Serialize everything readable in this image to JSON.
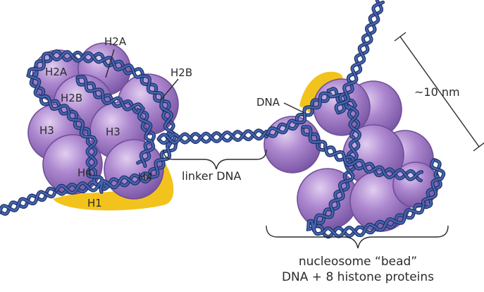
{
  "histone_labels": {
    "h2a_top": "H2A",
    "h2a_left": "H2A",
    "h2b_inner": "H2B",
    "h2b_right": "H2B",
    "h3_left": "H3",
    "h3_center": "H3",
    "h4_left": "H4",
    "h4_right": "H4",
    "h1": "H1"
  },
  "dna_label": "DNA",
  "linker_label": "linker DNA",
  "scale_label": "~10 nm",
  "bead_caption": {
    "line1": "nucleosome “bead”",
    "line2": "DNA + 8 histone proteins"
  },
  "colors": {
    "histone": "#a47cc7",
    "histone_dark": "#6f4e98",
    "h1": "#f3c31d",
    "dna": "#4466b3",
    "dna_dark": "#1f2f63",
    "line": "#2b2b2b"
  }
}
